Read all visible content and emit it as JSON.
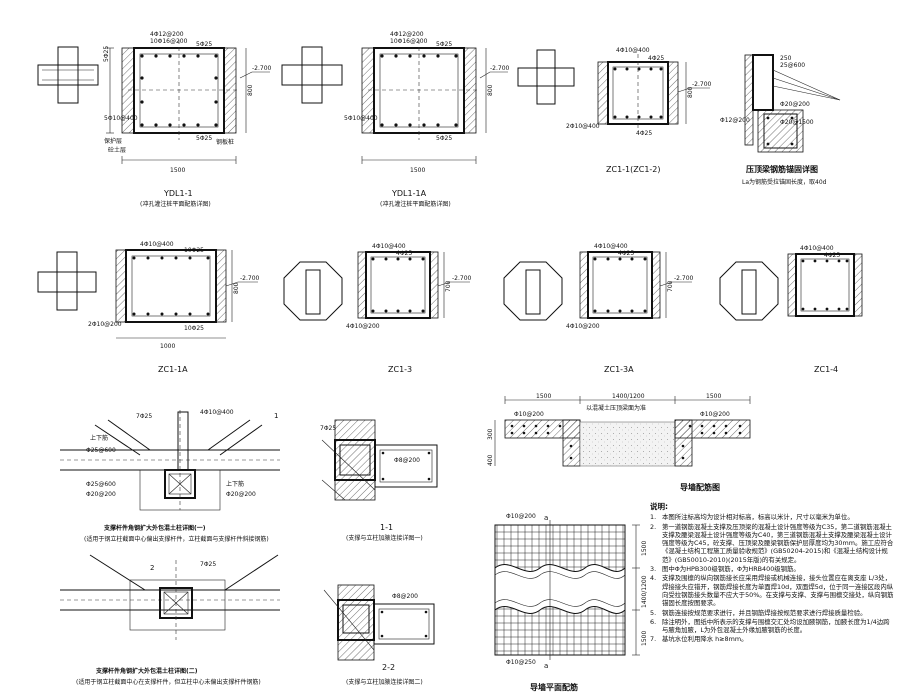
{
  "captions": {
    "ydl1_1": "YDL1-1",
    "ydl1_1_sub": "(冲孔灌注桩平面配筋详图)",
    "ydl1_1a": "YDL1-1A",
    "ydl1_1a_sub": "(冲孔灌注桩平面配筋详图)",
    "zc1_1": "ZC1-1(ZC1-2)",
    "beam_detail": "压顶梁钢筋锚固详图",
    "beam_detail_sub": "La为钢筋受拉锚固长度，取40d",
    "zc1_1a": "ZC1-1A",
    "zc1_3": "ZC1-3",
    "zc1_3a": "ZC1-3A",
    "zc1_4": "ZC1-4",
    "wall_section": "导墙配筋图",
    "wall_plan": "导墙平面配筋",
    "joint1": "支撑杆件角钢扩大外包混土柱详图(一)",
    "joint1_sub": "(适用于钢立柱截面中心偏出支撑杆件，立柱截面与支撑杆件斜接钢筋)",
    "joint2": "支撑杆件角钢扩大外包混土柱详图(二)",
    "joint2_sub": "(适用于钢立柱截面中心在支撑杆件，但立柱中心未偏出支撑杆件钢筋)",
    "sec11": "1-1",
    "sec11_sub": "(支撑与立柱加腋连接详图一)",
    "sec22": "2-2",
    "sec22_sub": "(支撑与立柱加腋连接详图二)"
  },
  "labels": {
    "rebar_4d12_200": "4Φ12@200",
    "rebar_10d16_200": "10Φ16@200",
    "rebar_5d10_400": "5Φ10@400",
    "rebar_4d10_400": "4Φ10@400",
    "rebar_2d10_400": "2Φ10@400",
    "rebar_4d10_200": "4Φ10@200",
    "rebar_2d10_200": "2Φ10@200",
    "rebar_d10_200": "Φ10@200",
    "rebar_d10_250": "Φ10@250",
    "rebar_d10_200s": "Φ10@200",
    "rebar_d8_200": "Φ8@200",
    "rebar_d12_200": "Φ12@200",
    "s5025": "5Φ25",
    "s4025": "4Φ25",
    "s10025": "10Φ25",
    "s250": "250",
    "s25d600": "25@600",
    "s20d1500": "Φ20@1500",
    "lvl": "-2.700",
    "d800": "800",
    "d700": "700",
    "d1500": "1500",
    "d1000": "1000",
    "d400": "400",
    "d300": "300",
    "d1400_1200": "1400/1200",
    "d1500v": "1500",
    "d1400v": "1400/1200",
    "d1500v2": "1500",
    "d7825": "7Φ25",
    "cover": "保护层",
    "soil": "砼土层",
    "steel": "钢板桩",
    "top_bar": "上下筋",
    "top_bar2": "上下筋",
    "d600a": "Φ25@600",
    "d600b": "Φ25@600",
    "d20a": "Φ20@200",
    "d20b": "Φ20@200",
    "mark_a": "a",
    "mark_a2": "a",
    "num1": "1",
    "num2": "2",
    "wall_top": "以混凝土压顶梁面为准",
    "sect_a": "a",
    "d800b": "800",
    "d800c": "800",
    "d800d": "800"
  },
  "notes": {
    "heading": "说明:",
    "items": [
      {
        "n": "1.",
        "t": "本图所注标高均为设计相对标高，标高以米计，尺寸以毫米为单位。"
      },
      {
        "n": "2.",
        "t": "第一道钢筋混凝土支撑及压顶梁的混凝土设计强度等级为C35，第二道钢筋混凝土支撑及腰梁混凝土设计强度等级为C40，第三道钢筋混凝土支撑及腰梁混凝土设计强度等级为C45，砼支撑、压顶梁及腰梁钢筋保护层厚度均为30mm。施工应符合《混凝土结构工程施工质量验收规范》(GB50204-2015)和《混凝土结构设计规范》(GB50010-2010)(2015年版)的有关规定。"
      },
      {
        "n": "3.",
        "t": "图中Φ为HPB300级钢筋，Φ为HRB400级钢筋。"
      },
      {
        "n": "4.",
        "t": "支撑及围檩的纵向钢筋接长应采用焊接或机械连接，接头位置应在离支座 L/3处，焊接接头应错开，钢筋焊接长度为单面焊10d，双面焊5d，位于同一连接区段内纵向受拉钢筋接头数量不应大于50%。在支撑与支撑、支撑与围檩交接处，纵向钢筋锚固长度按图要求。"
      },
      {
        "n": "5.",
        "t": "钢筋连接按规范要求进行，并且钢筋焊接按规范要求进行焊接质量检验。"
      },
      {
        "n": "6.",
        "t": "除注明外，图纸中所表示的支撑与围檩交汇处均设加腋钢筋，加腋长度为1/4边跨与腋角加腋，L为外包混凝土外缘加腋钢筋的长度。"
      },
      {
        "n": "7.",
        "t": "基坑水位利用降水 h≥8mm。"
      }
    ]
  }
}
